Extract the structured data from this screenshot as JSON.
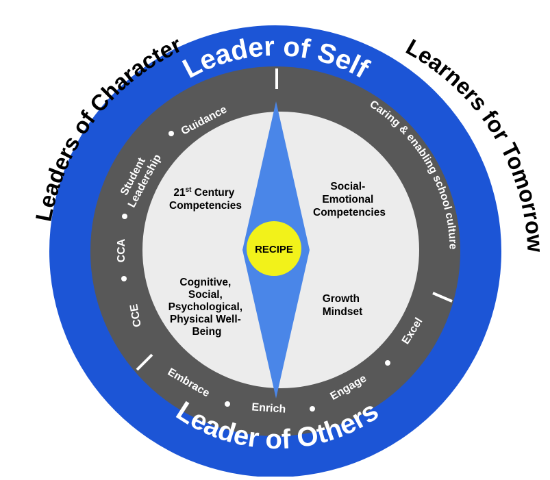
{
  "colors": {
    "outer_ring": "#1c55d6",
    "middle_ring": "#585858",
    "inner_disc": "#ececec",
    "needle": "#4a86e8",
    "center": "#f2f21a",
    "divider": "#ffffff"
  },
  "outer_ring": {
    "top": "Leader of Self",
    "bottom": "Leader of Others"
  },
  "side_labels": {
    "left": "Leaders of Character",
    "right": "Learners for Tomorrow"
  },
  "middle_ring": {
    "guidance": "Guidance",
    "student_leadership_line1": "Student",
    "student_leadership_line2": "Leadership",
    "cca": "CCA",
    "cce": "CCE",
    "embrace": "Embrace",
    "enrich": "Enrich",
    "engage": "Engage",
    "excel": "Excel",
    "caring": "Caring & enabling school culture"
  },
  "inner": {
    "century_prefix": "21",
    "century_sup": "st",
    "century_suffix": " Century",
    "century_line2": "Competencies",
    "social_line1": "Social-",
    "social_line2": "Emotional",
    "social_line3": "Competencies",
    "wellbeing_line1": "Cognitive,",
    "wellbeing_line2": "Social,",
    "wellbeing_line3": "Psychological,",
    "wellbeing_line4": "Physical Well-",
    "wellbeing_line5": "Being",
    "growth_line1": "Growth",
    "growth_line2": "Mindset"
  },
  "center": {
    "label": "RECIPE"
  }
}
